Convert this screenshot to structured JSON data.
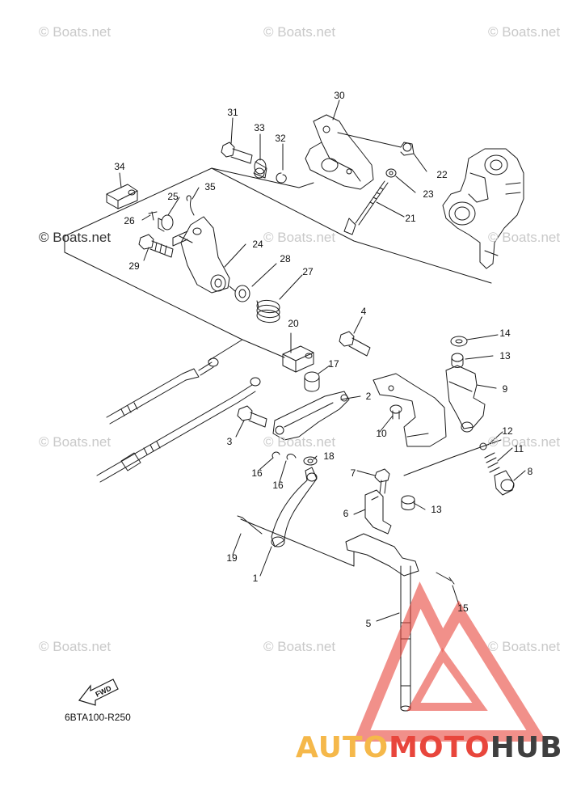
{
  "watermarks": [
    {
      "text": "© Boats.net",
      "id": "wm-1"
    },
    {
      "text": "© Boats.net",
      "id": "wm-2"
    },
    {
      "text": "© Boats.net",
      "id": "wm-3"
    },
    {
      "text": "© Boats.net",
      "id": "wm-4"
    },
    {
      "text": "© Boats.net",
      "id": "wm-5"
    },
    {
      "text": "© Boats.net",
      "id": "wm-6"
    },
    {
      "text": "© Boats.net",
      "id": "wm-7"
    },
    {
      "text": "© Boats.net",
      "id": "wm-8"
    },
    {
      "text": "© Boats.net",
      "id": "wm-9"
    },
    {
      "text": "© Boats.net",
      "id": "wm-10"
    },
    {
      "text": "© Boats.net",
      "id": "wm-11"
    },
    {
      "text": "© Boats.net",
      "id": "wm-12"
    }
  ],
  "part_labels": [
    "1",
    "2",
    "3",
    "4",
    "5",
    "6",
    "7",
    "8",
    "9",
    "10",
    "11",
    "12",
    "13",
    "13",
    "14",
    "15",
    "16",
    "16",
    "17",
    "18",
    "19",
    "20",
    "21",
    "22",
    "23",
    "24",
    "25",
    "26",
    "27",
    "28",
    "29",
    "30",
    "31",
    "32",
    "33",
    "34",
    "35"
  ],
  "fwd_label": "FWD",
  "diagram_code": "6BTA100-R250",
  "brand": {
    "part1": "AUTO",
    "part2": "MOTO",
    "part3": "HUB"
  },
  "colors": {
    "line": "#1a1a1a",
    "watermark": "#c9c9c9",
    "logo_red": "#e8463c",
    "logo_orange": "#f5b84a",
    "logo_dark": "#3f3f3f"
  }
}
